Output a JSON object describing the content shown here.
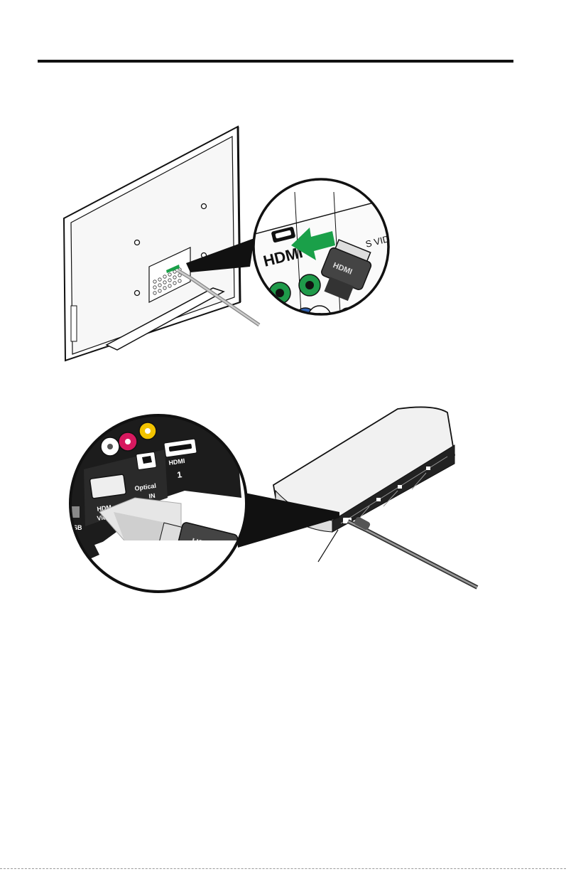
{
  "figure_tv": {
    "port_label": "HDMI",
    "plug_label": "HDMI",
    "svideo_label": "S VIDE"
  },
  "figure_console": {
    "hdmi_video_line1": "HDM",
    "hdmi_video_line2": "Video",
    "optical_label": "Optical",
    "in_label": "IN",
    "hdmi1_label": "HDMI",
    "hdmi1_number": "1",
    "usb_label": "SB",
    "plug_label": "HDMI"
  },
  "colors": {
    "arrow_green": "#1aa049",
    "rca_green": "#1f9a4a",
    "rca_blue": "#2f62b4",
    "rca_red": "#d7195f",
    "rca_yellow": "#f2c300",
    "rca_orange": "#e8a800"
  }
}
